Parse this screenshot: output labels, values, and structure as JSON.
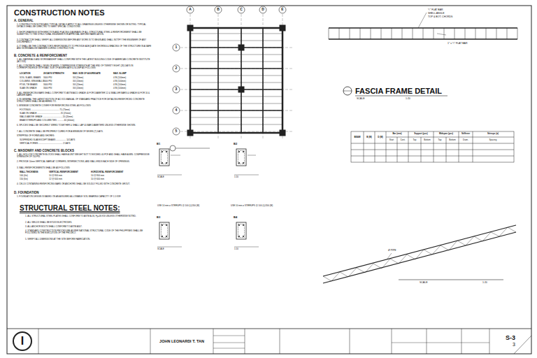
{
  "diagram": {
    "title": "CONSTRUCTION NOTES",
    "nodes": [
      {
        "text": [
          "JOHN LEONARDI T. TAN"
        ]
      },
      {
        "text": [
          "S-3",
          "3"
        ]
      }
    ],
    "labels": [
      "A. GENERAL",
      "1. CONSTRUCTION NOTES AND TYPICAL DETAILS APPLY TO ALL DRAWINGS UNLESS OTHERWISE SHOWN OR NOTED. TYPICAL DETAILS SHALL BE DIRECTED TO MEET SPECIAL CONDITIONS.",
      "2. SHOP DRAWINGS WITH ERECTION AND PLACING DIAGRAMS OF ALL STRUCTURAL STEEL & REINFORCEMENT SHALL BE SUBMITTED TO THE STRUCTURAL ENGINEER FOR APPROVAL BEFORE FABRICATION.",
      "3. CONTRACTOR SHALL VERIFY ALL DIMENSIONS BEFORE ANY WORK IS TO BEGIN AND SHALL NOTIFY THE ENGINEER OF ANY DISCREPANCY.",
      "4. IT SHALL BE THE CONTRACTOR'S RESPONSIBILITY TO PROVIDE ADEQUATE SHORING & BRACING OF THE STRUCTURE IN A SAFE AND WORKMANLIKE MANNER DURING CONSTRUCTION.",
      "B. CONCRETE & REINFORCEMENT",
      "1. ALL MATERIALS AND WORKMANSHIP SHALL CONFORM WITH THE LATEST BUILDING CODE OF AMERICAN CONCRETE INSTITUTE (ACI 318).",
      "2. ALL CONCRETE SHALL DEVELOP A MIN. COMPRESSIVE STRENGTH AT THE END OF TWENTY EIGHT (28) DAYS IN CORRESPONDENCE WITH MAX. SIZE OF AGGREGATE & SLUMP AS FOLLOWS:",
      "LOCATION",
      "28 DAYS STRENGTH",
      "MAX. SIZE OF AGGREGATE",
      "MAX. SLUMP",
      "SOG, SLABS, BEAMS",
      "3000 PSI",
      "3/4 (20mm)",
      "4 IN (100mm)",
      "COLUMNS, WINGWALLS",
      "3000 PSI",
      "3/4 (20mm)",
      "4 IN (100mm)",
      "FTGS, TIE BEAMS",
      "3000 PSI",
      "3/4 (20mm)",
      "4 IN (100mm)",
      "SLAB ON GRADE",
      "3000 PSI",
      "3/4 (20mm)",
      "4 IN (100mm)",
      "3. ALL REINFORCING BARS SHALL CONFORM TO ASTM A615 GRADE 40 FOR DIAMETER 12 & SMALLER BARS & GRADE 60 FOR 16 & LARGER BARS.",
      "4. IN GENERAL THE LATEST EDITION OF ACI 315 MANUAL OF STANDARD PRACTICE FOR DETAILING REINFORCED CONCRETE STRUCTURES SHALL BE ADHERED TO.",
      "5. MINIMUM CONCRETE COVER FOR REINFORCING STEEL AS FOLLOWS:",
      "FOOTINGS ................................................ 75 (75mm)",
      "SLAB ON GRADE ....................................... 25 (25mm)",
      "WALLS ABOVE GRADE ................................. 20 (20mm)",
      "BEAM STIRRUPS AND COLUMN TIES ........... 40 (40mm)",
      "6. SPLICES SHALL BE SECURELY WIRED TOGETHER & SHALL LAP 40 BAR DIAMETERS UNLESS OTHERWISE SHOWN.",
      "7. ALL CONCRETE SHALL BE PROPERLY CURED FOR A MINIMUM OF SEVEN (7) DAYS.",
      "STRIPPING OF FORMS AND SHORES:",
      "SUSPENDED SLAB EXCEPT BEAMS ................. 14 DAYS",
      "VERTICAL FORMS ......................................... 2 DAYS",
      "C. MASONRY AND CONCRETE BLOCKS",
      "1. ALL HOLLOW CONCRETE BLOCKS SHALL HAVE A UNIT WEIGHT NOT TO EXCEED 40 PCF AND SHALL HAVE A MIN. COMPRESSIVE STRENGTH OF 700 PSI.",
      "2. PROVIDE 10mm VERTICAL BARS AT CORNERS, INTERSECTIONS, AND WALL ENDS EACH SIDE OF OPENINGS.",
      "3. WALL REINFORCEMENTS SHALL BE AS FOLLOWS:",
      "WALL THICKNESS",
      "VERTICAL REINFORCEMENT",
      "HORIZONTAL REINFORCEMENT",
      "100 (4in)",
      "10 @ 800 mm",
      "10 @ 800 mm",
      "150 (6in)",
      "12 @ 600 mm",
      "10 @ 600 mm",
      "4. CELLS CONTAINING REINFORCING BARS OR ANCHORS SHALL BE SOLIDLY FILLED WITH CONCRETE GROUT.",
      "D. FOUNDATION",
      "1. FOUNDATION DESIGN IS BASED ON AN ASSUMED ALLOWABLE SOIL BEARING CAPACITY OF 1.5 KSF.",
      "STRUCTURAL STEEL NOTES:",
      "1. ALL STRUCTURAL STEEL PLATES SHALL CONFORM TO ASTM A-36, Fy=36 KSI UNLESS OTHERWISE NOTED.",
      "2. ALL WELDS SHALL BE E70XX ELECTRODES.",
      "3. ALL ANCHOR BOLTS SHALL CONFORM TO ASTM A307.",
      "4. STANDARD CONSTRUCTION PROCEDURE AS PER NATIONAL STRUCTURAL CODE OF THE PHILIPPINES SHALL BE FOLLOWED IN THE EXECUTION OF THE PROJECT.",
      "5. VERIFY ALL DIMENSIONS AT THE SITE BEFORE FABRICATION.",
      "A",
      "B",
      "C",
      "D",
      "E",
      "1",
      "2",
      "3",
      "4",
      "5",
      "FASCIA FRAME DETAIL",
      "SCALE",
      "1:20",
      "¼\" FLAT BAR",
      "SHELL ANGLE",
      "TOP & BOT. CHORDS",
      "1\" x ¼\" FLAT BAR",
      "B1",
      "B2",
      "SCALE",
      "1:20",
      "USE 10 mm ø STIRRUPS @ 100 (L)/200 (M)",
      "USE 10 mm ø STIRRUPS @ 100 (L)/200 (M)",
      "B3",
      "B4",
      "SCALE",
      "1:20",
      "BEAM",
      "B (M)",
      "D (M)",
      "Bar (mm)",
      "Start",
      "Cont.",
      "Support (pcs)",
      "Top",
      "Bottom",
      "Midspan (pcs)",
      "Top",
      "Bottom",
      "Stiffener",
      "Diam.",
      "Stirrups (ø)",
      "Spacing",
      "Ø PIPE",
      "SCALE",
      "1:20",
      "I"
    ]
  }
}
